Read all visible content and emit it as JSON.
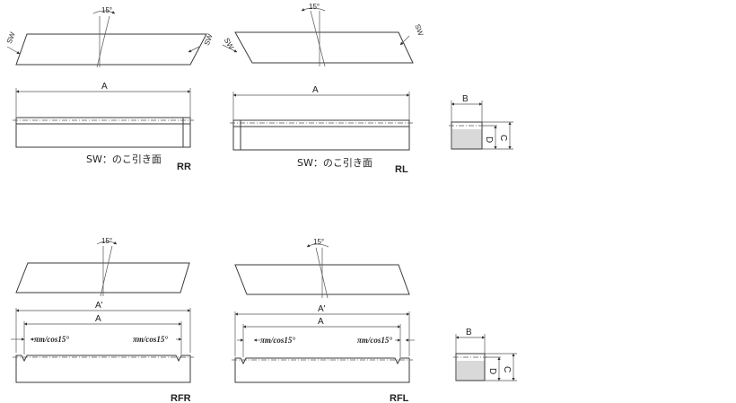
{
  "labels": {
    "angle": "15°",
    "sw": "SW",
    "dim_a": "A",
    "dim_a_prime": "A'",
    "dim_b": "B",
    "dim_c": "C",
    "dim_d": "D",
    "pitch_formula": "πm/cos15°",
    "sw_note": "SW：のこ引き面"
  },
  "variants": {
    "rr": "RR",
    "rl": "RL",
    "rfr": "RFR",
    "rfl": "RFL"
  }
}
